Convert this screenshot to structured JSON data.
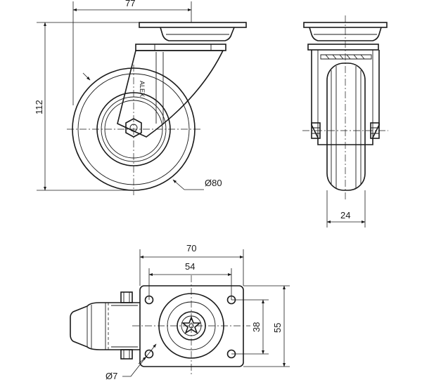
{
  "dimensions": {
    "height": "112",
    "top_width": "77",
    "wheel_diameter": "Ø80",
    "wheel_width": "24",
    "plate_length": "70",
    "hole_spacing_long": "54",
    "hole_spacing_short": "38",
    "plate_width": "55",
    "hole_diameter": "Ø7"
  },
  "logo_text": "ALEX",
  "colors": {
    "line": "#1a1a1a",
    "background": "#ffffff"
  }
}
